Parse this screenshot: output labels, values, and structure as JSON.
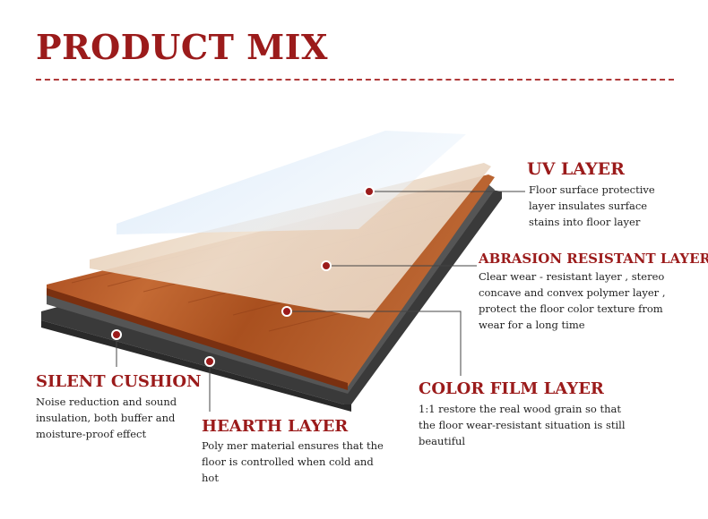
{
  "header": {
    "title": "PRODUCT MIX"
  },
  "colors": {
    "accent": "#9b1b1b",
    "uv": "#dbe9f7",
    "wear": "#ecdac6",
    "wood": "#b45a2a",
    "base": "#3a3a3a"
  },
  "layers": {
    "uv": {
      "title": "UV LAYER",
      "desc": [
        "Floor surface protective",
        "layer insulates surface",
        "stains into floor layer"
      ]
    },
    "abrasion": {
      "title": "ABRASION RESISTANT LAYER",
      "desc": [
        "Clear wear - resistant layer , stereo",
        "concave and convex polymer layer ,",
        "protect the floor color texture from",
        "wear for a long time"
      ]
    },
    "color_film": {
      "title": "COLOR FILM LAYER",
      "desc": [
        "1:1 restore the real wood grain so that",
        "the floor wear-resistant situation is still",
        "beautiful"
      ]
    },
    "silent": {
      "title": "SILENT CUSHION",
      "desc": [
        "Noise reduction and sound",
        "insulation, both buffer and",
        "moisture-proof effect"
      ]
    },
    "hearth": {
      "title": "HEARTH LAYER",
      "desc": [
        "Poly mer material ensures that the",
        "floor is controlled when cold and",
        "hot"
      ]
    }
  }
}
